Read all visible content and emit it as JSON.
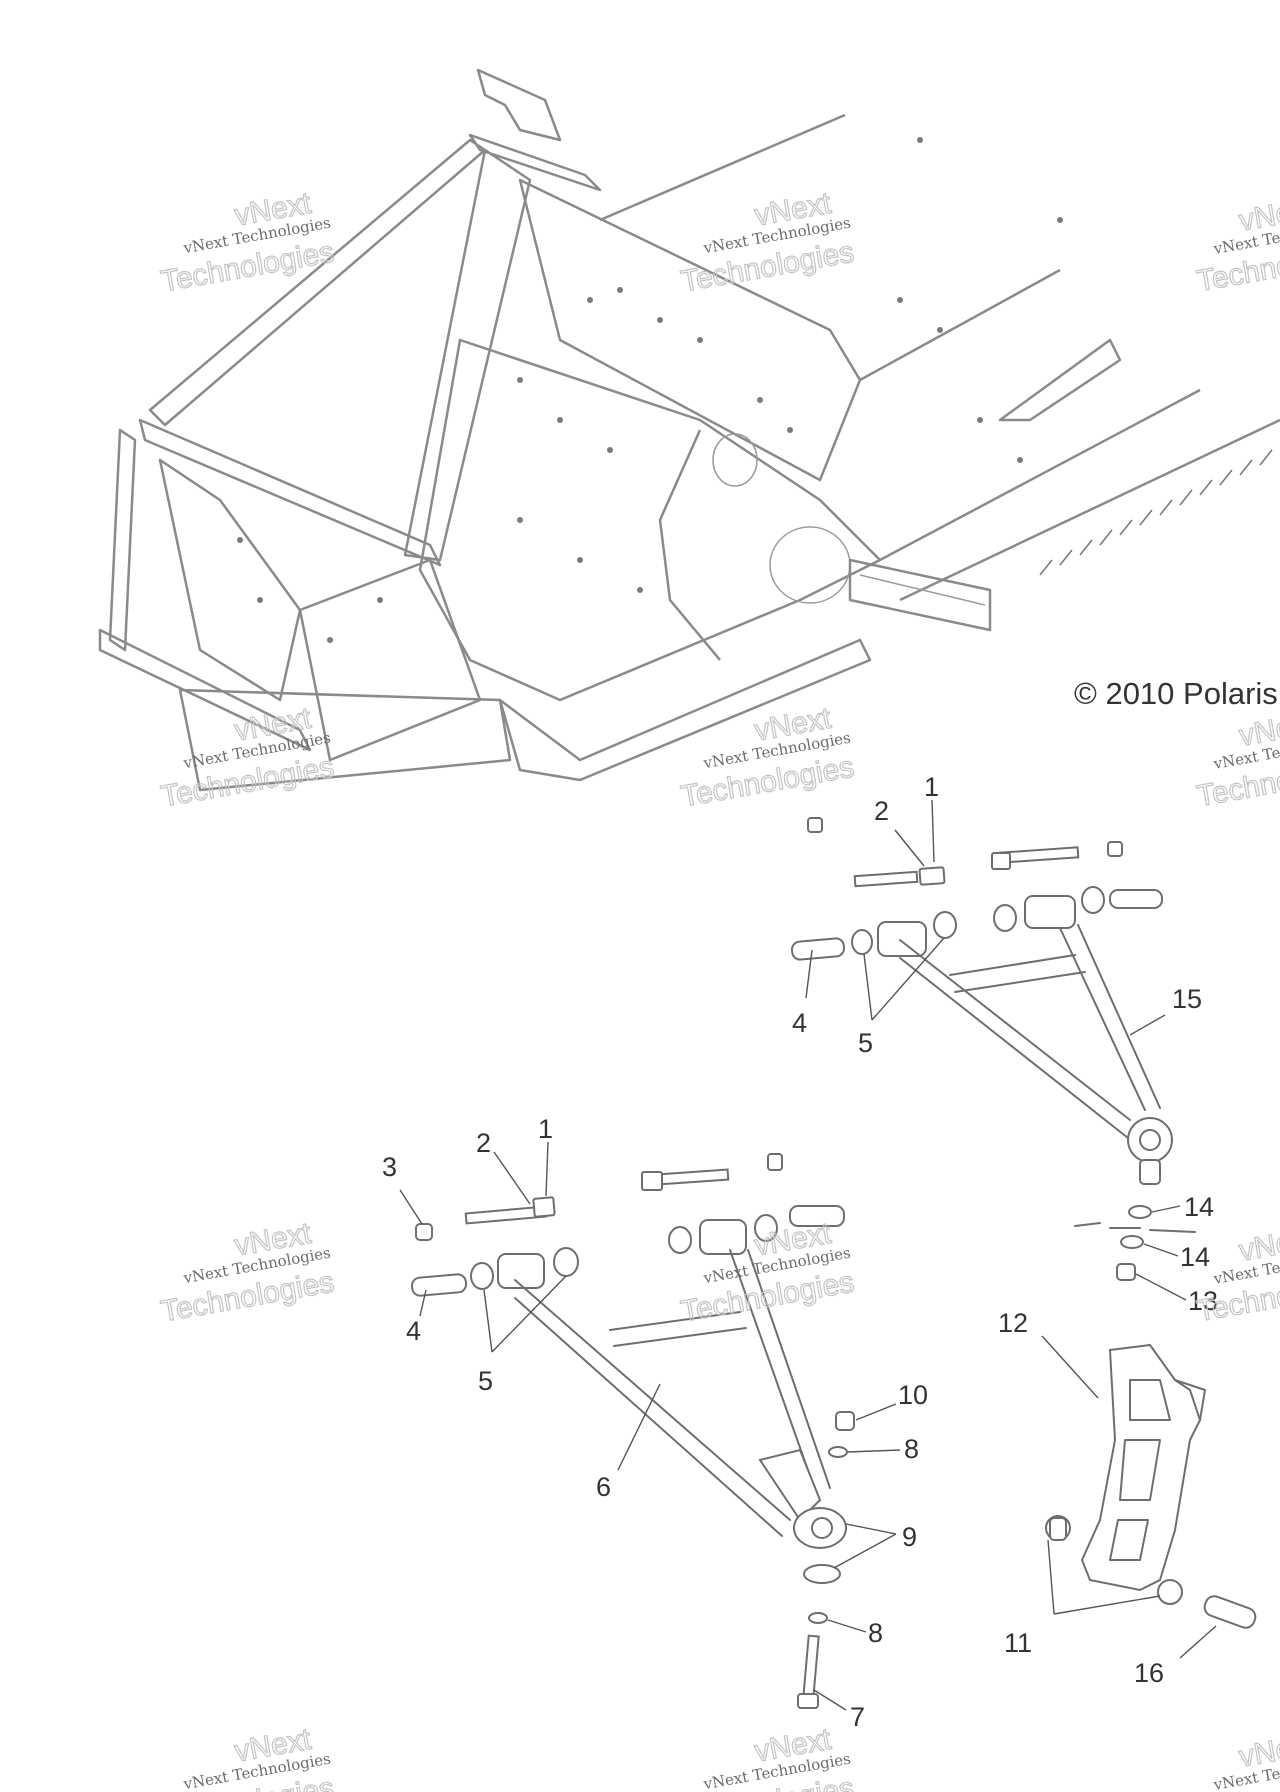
{
  "copyright": "© 2010 Polaris",
  "watermark": {
    "small": "vNext Technologies",
    "large_top": "vNext",
    "large_bottom": "Technologies"
  },
  "callouts": {
    "upper_arm": {
      "bolt": "1",
      "spacer_tube": "2",
      "bushing": "4",
      "bushings": "5",
      "arm": "15"
    },
    "lower_arm": {
      "bolt": "1",
      "spacer_tube": "2",
      "nut": "3",
      "bushing": "4",
      "bushings": "5",
      "arm": "6",
      "pin_bolt": "7",
      "washer_upper": "8",
      "washer_lower": "8",
      "retaining_rings": "9",
      "lock_nut": "10"
    },
    "spindle": {
      "bushings": "11",
      "spindle": "12",
      "nut": "13",
      "washer_upper": "14",
      "washer_lower": "14",
      "sleeve": "16"
    }
  }
}
